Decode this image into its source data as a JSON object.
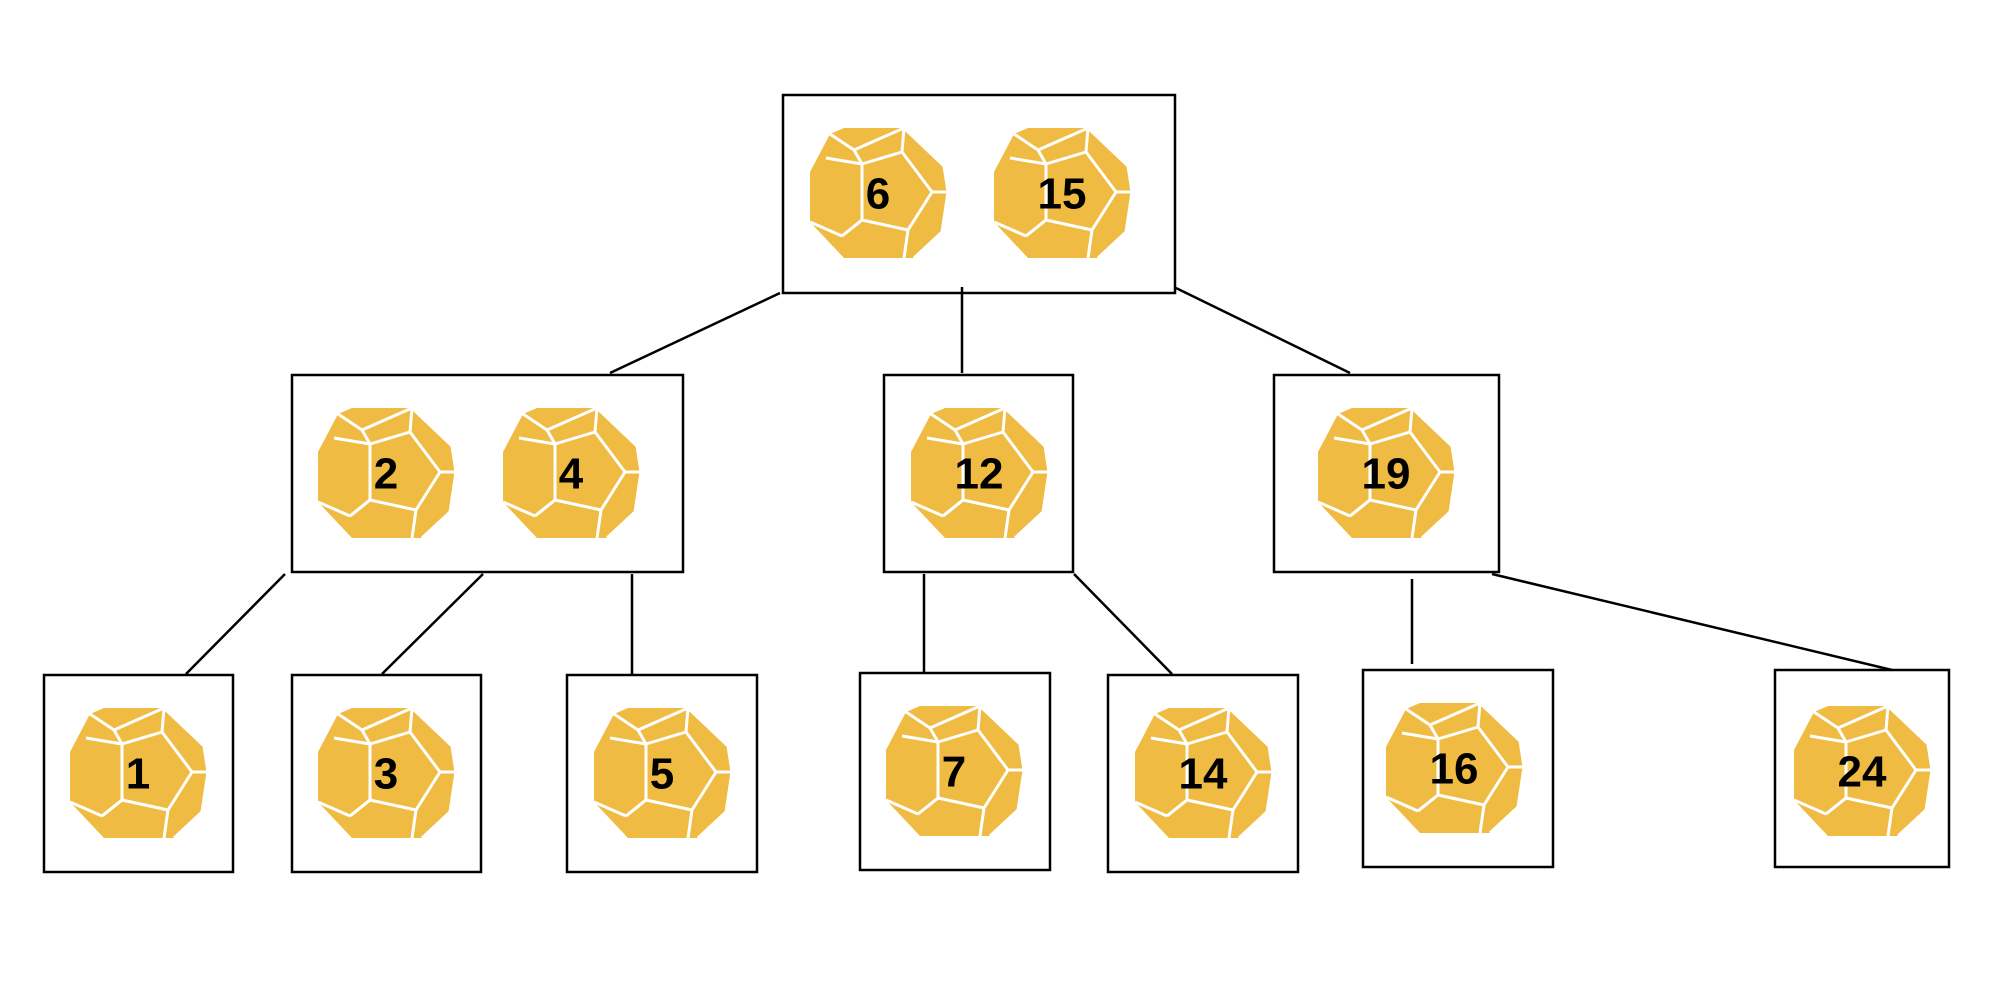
{
  "colors": {
    "background": "#ffffff",
    "die_fill": "#f0bb42",
    "die_edges": "#ffffff",
    "box_stroke": "#000000",
    "edge_stroke": "#000000",
    "label": "#000000"
  },
  "icon": "dodecahedron-die-icon",
  "tree": {
    "root": {
      "keys": [
        "6",
        "15"
      ]
    },
    "level1": [
      {
        "keys": [
          "2",
          "4"
        ]
      },
      {
        "keys": [
          "12"
        ]
      },
      {
        "keys": [
          "19"
        ]
      }
    ],
    "level2": [
      {
        "keys": [
          "1"
        ]
      },
      {
        "keys": [
          "3"
        ]
      },
      {
        "keys": [
          "5"
        ]
      },
      {
        "keys": [
          "7"
        ]
      },
      {
        "keys": [
          "14"
        ]
      },
      {
        "keys": [
          "16"
        ]
      },
      {
        "keys": [
          "24"
        ]
      }
    ]
  }
}
